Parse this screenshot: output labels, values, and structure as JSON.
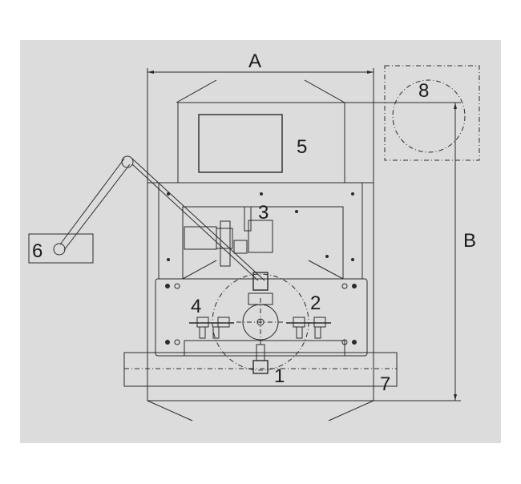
{
  "diagram": {
    "dimension_labels": {
      "width": "A",
      "height": "B"
    },
    "callouts": [
      "1",
      "2",
      "3",
      "4",
      "5",
      "6",
      "7",
      "8"
    ],
    "colors": {
      "background": "#dcdcdc",
      "line": "#2a2a2a",
      "page": "#ffffff"
    }
  }
}
